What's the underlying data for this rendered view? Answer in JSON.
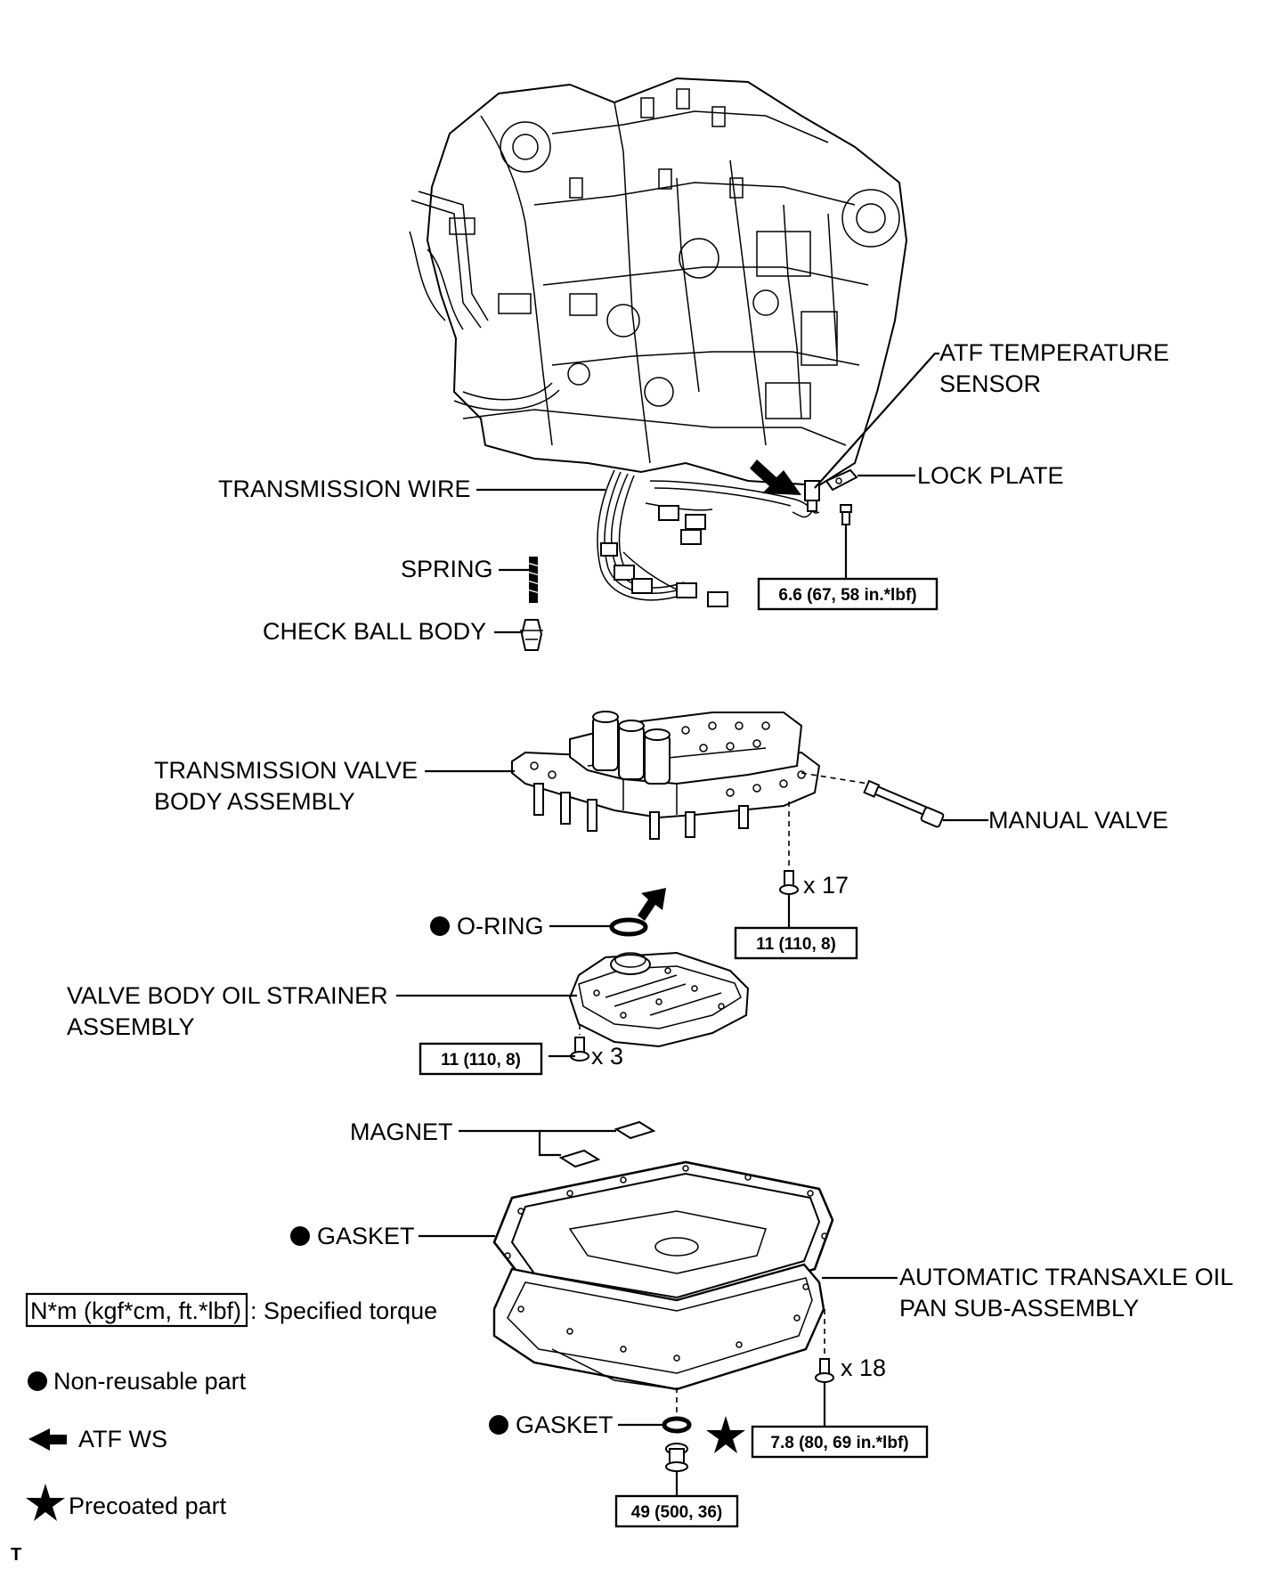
{
  "labels": {
    "atf_temp_line1": "ATF TEMPERATURE",
    "atf_temp_line2": "SENSOR",
    "lock_plate": "LOCK PLATE",
    "transmission_wire": "TRANSMISSION WIRE",
    "spring": "SPRING",
    "check_ball_body": "CHECK BALL BODY",
    "valve_body_line1": "TRANSMISSION VALVE",
    "valve_body_line2": "BODY ASSEMBLY",
    "manual_valve": "MANUAL VALVE",
    "o_ring": "O-RING",
    "strainer_line1": "VALVE BODY OIL STRAINER",
    "strainer_line2": "ASSEMBLY",
    "magnet": "MAGNET",
    "gasket_pan": "GASKET",
    "oil_pan_line1": "AUTOMATIC TRANSAXLE OIL",
    "oil_pan_line2": "PAN SUB-ASSEMBLY",
    "gasket_drain": "GASKET",
    "corner_mark": "T"
  },
  "counts": {
    "valve_body_bolts": "x 17",
    "strainer_bolts": "x 3",
    "pan_bolts": "x 18"
  },
  "torques": {
    "sensor_bolt": "6.6 (67, 58 in.*lbf)",
    "valve_body": "11 (110, 8)",
    "strainer": "11 (110, 8)",
    "pan": "7.8 (80, 69 in.*lbf)",
    "drain_plug": "49 (500, 36)"
  },
  "legend": {
    "torque_unit": "N*m (kgf*cm, ft.*lbf)",
    "torque_desc": ": Specified torque",
    "non_reusable": "Non-reusable part",
    "atf_ws": "ATF WS",
    "precoated": "Precoated part"
  }
}
